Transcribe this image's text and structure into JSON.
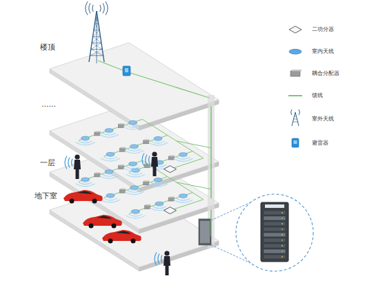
{
  "diagram": {
    "nodes": [
      {
        "text": [
          "楼顶"
        ]
      },
      {
        "text": [
          "一层"
        ]
      },
      {
        "text": [
          "地下室"
        ]
      }
    ],
    "edges": [
      {
        "from": 0,
        "to": 1,
        "arrow": "none"
      },
      {
        "from": 1,
        "to": 2,
        "arrow": "none"
      }
    ],
    "labels": [
      "......"
    ],
    "legend": [
      {
        "text": "二功分器"
      },
      {
        "text": "室内天线"
      },
      {
        "text": "耦合分配器"
      },
      {
        "text": "馈线"
      },
      {
        "text": "室外天线"
      },
      {
        "text": "避雷器"
      }
    ]
  }
}
